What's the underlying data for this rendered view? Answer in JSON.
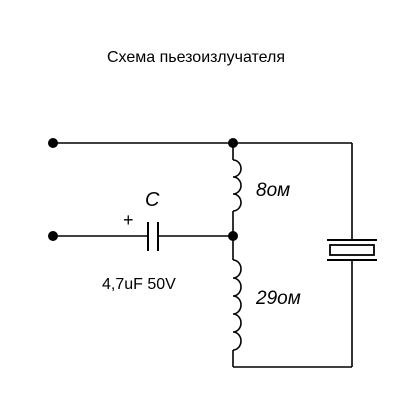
{
  "title": "Схема пьезоизлучателя",
  "capacitor": {
    "name": "C",
    "polarity": "+",
    "rating": "4,7uF 50V"
  },
  "coils": {
    "upper_label": "8ом",
    "lower_label": "29ом"
  },
  "colors": {
    "ink": "#000000",
    "background": "#ffffff"
  }
}
